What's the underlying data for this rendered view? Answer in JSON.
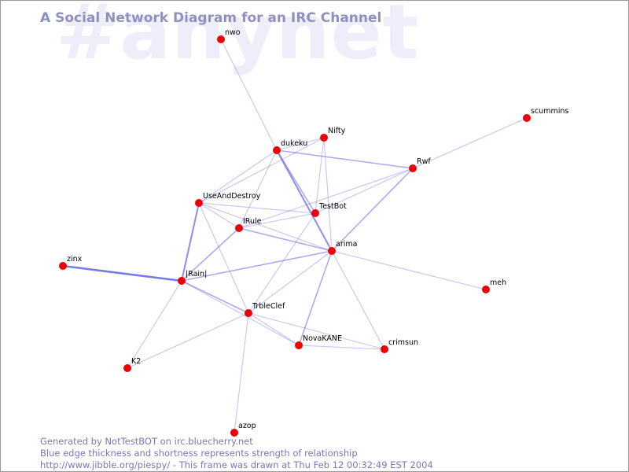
{
  "watermark": "#anynet",
  "title": "A Social Network Diagram for an IRC Channel",
  "footer": {
    "line1": "Generated by NotTestBOT on irc.bluecherry.net",
    "line2": "Blue edge thickness and shortness represents strength of relationship",
    "line3": "http://www.jibble.org/piespy/ - This frame was drawn at Thu Feb 12 00:32:49 EST 2004"
  },
  "colors": {
    "node": "#ee0000",
    "edge": "#6a6ae6",
    "title": "#8f8fc2",
    "watermark": "#eeeefb"
  },
  "nodes": [
    {
      "id": "nwo",
      "label": "nwo"
    },
    {
      "id": "scummins",
      "label": "scummins"
    },
    {
      "id": "nifty",
      "label": "Nifty"
    },
    {
      "id": "dukeku",
      "label": "dukeku"
    },
    {
      "id": "rwf",
      "label": "Rwf"
    },
    {
      "id": "useanddestroy",
      "label": "UseAndDestroy"
    },
    {
      "id": "testbot",
      "label": "TestBot"
    },
    {
      "id": "irule",
      "label": "IRule"
    },
    {
      "id": "arima",
      "label": "arima"
    },
    {
      "id": "zinx",
      "label": "zinx"
    },
    {
      "id": "irainl",
      "label": "|Rain|"
    },
    {
      "id": "meh",
      "label": "meh"
    },
    {
      "id": "trbleclef",
      "label": "TrbleClef"
    },
    {
      "id": "novakane",
      "label": "NovaKANE"
    },
    {
      "id": "crimsun",
      "label": "crimsun"
    },
    {
      "id": "k2",
      "label": "K2"
    },
    {
      "id": "azop",
      "label": "azop"
    }
  ],
  "edges": [
    {
      "source": "nwo",
      "target": "dukeku",
      "strength": 1
    },
    {
      "source": "scummins",
      "target": "rwf",
      "strength": 1
    },
    {
      "source": "dukeku",
      "target": "nifty",
      "strength": 1
    },
    {
      "source": "dukeku",
      "target": "rwf",
      "strength": 2
    },
    {
      "source": "dukeku",
      "target": "testbot",
      "strength": 2
    },
    {
      "source": "dukeku",
      "target": "useanddestroy",
      "strength": 1
    },
    {
      "source": "dukeku",
      "target": "irule",
      "strength": 1
    },
    {
      "source": "dukeku",
      "target": "arima",
      "strength": 3
    },
    {
      "source": "nifty",
      "target": "useanddestroy",
      "strength": 1
    },
    {
      "source": "nifty",
      "target": "testbot",
      "strength": 1
    },
    {
      "source": "nifty",
      "target": "arima",
      "strength": 1
    },
    {
      "source": "rwf",
      "target": "testbot",
      "strength": 1
    },
    {
      "source": "rwf",
      "target": "irule",
      "strength": 1
    },
    {
      "source": "rwf",
      "target": "arima",
      "strength": 2
    },
    {
      "source": "useanddestroy",
      "target": "testbot",
      "strength": 1
    },
    {
      "source": "useanddestroy",
      "target": "irule",
      "strength": 1
    },
    {
      "source": "useanddestroy",
      "target": "irainl",
      "strength": 3
    },
    {
      "source": "useanddestroy",
      "target": "trbleclef",
      "strength": 1
    },
    {
      "source": "useanddestroy",
      "target": "arima",
      "strength": 1
    },
    {
      "source": "irule",
      "target": "testbot",
      "strength": 1
    },
    {
      "source": "irule",
      "target": "irainl",
      "strength": 2
    },
    {
      "source": "irule",
      "target": "arima",
      "strength": 2
    },
    {
      "source": "testbot",
      "target": "trbleclef",
      "strength": 1
    },
    {
      "source": "arima",
      "target": "irainl",
      "strength": 2
    },
    {
      "source": "arima",
      "target": "trbleclef",
      "strength": 1
    },
    {
      "source": "arima",
      "target": "novakane",
      "strength": 2
    },
    {
      "source": "arima",
      "target": "crimsun",
      "strength": 1
    },
    {
      "source": "arima",
      "target": "meh",
      "strength": 1
    },
    {
      "source": "zinx",
      "target": "irainl",
      "strength": 4
    },
    {
      "source": "irainl",
      "target": "trbleclef",
      "strength": 2
    },
    {
      "source": "irainl",
      "target": "k2",
      "strength": 1
    },
    {
      "source": "irainl",
      "target": "novakane",
      "strength": 1
    },
    {
      "source": "trbleclef",
      "target": "novakane",
      "strength": 1
    },
    {
      "source": "trbleclef",
      "target": "crimsun",
      "strength": 1
    },
    {
      "source": "trbleclef",
      "target": "k2",
      "strength": 1
    },
    {
      "source": "trbleclef",
      "target": "azop",
      "strength": 1
    },
    {
      "source": "novakane",
      "target": "crimsun",
      "strength": 1
    }
  ]
}
